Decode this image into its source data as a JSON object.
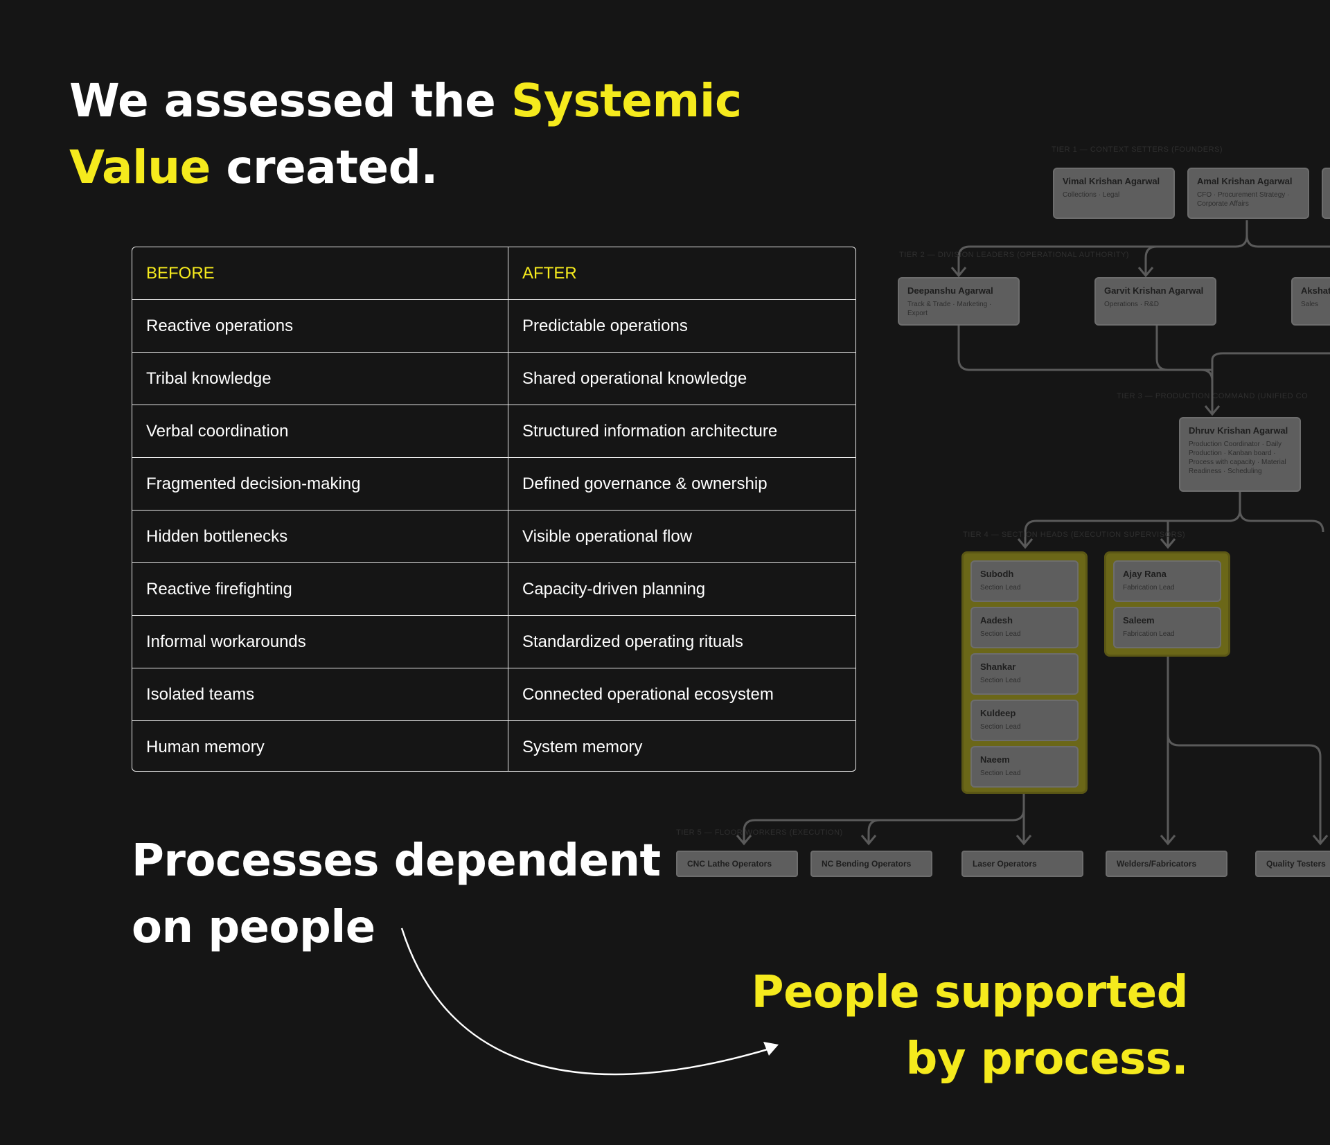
{
  "headline": {
    "part1": "We assessed the ",
    "highlight1": "Systemic",
    "highlight2": "Value",
    "part2": " created."
  },
  "comparison_table": {
    "headers": {
      "before": "BEFORE",
      "after": "AFTER"
    },
    "rows": [
      {
        "before": "Reactive operations",
        "after": "Predictable operations"
      },
      {
        "before": "Tribal knowledge",
        "after": "Shared operational knowledge"
      },
      {
        "before": "Verbal coordination",
        "after": "Structured information architecture"
      },
      {
        "before": "Fragmented decision-making",
        "after": "Defined governance & ownership"
      },
      {
        "before": "Hidden bottlenecks",
        "after": "Visible operational flow"
      },
      {
        "before": "Reactive firefighting",
        "after": "Capacity-driven planning"
      },
      {
        "before": "Informal workarounds",
        "after": "Standardized operating rituals"
      },
      {
        "before": "Isolated teams",
        "after": "Connected operational ecosystem"
      },
      {
        "before": "Human memory",
        "after": "System memory"
      }
    ]
  },
  "statement_before": {
    "line1": "Processes dependent",
    "line2": "on people"
  },
  "statement_after": {
    "line1": "People supported",
    "line2": "by process."
  },
  "org_chart": {
    "tier1_label": "TIER 1 — CONTEXT SETTERS (FOUNDERS)",
    "tier2_label": "TIER 2 — DIVISION LEADERS (OPERATIONAL AUTHORITY)",
    "tier3_label": "TIER 3 — PRODUCTION COMMAND (UNIFIED CO",
    "tier4_label": "TIER 4 — SECTION HEADS (EXECUTION SUPERVISORS)",
    "tier5_label": "TIER 5 — FLOOR WORKERS (EXECUTION)",
    "founders": [
      {
        "name": "Vimal Krishan Agarwal",
        "role": "Collections · Legal"
      },
      {
        "name": "Amal Krishan Agarwal",
        "role": "CFO · Procurement Strategy · Corporate Affairs"
      }
    ],
    "division_leaders": [
      {
        "name": "Deepanshu Agarwal",
        "role": "Track & Trade · Marketing · Export"
      },
      {
        "name": "Garvit Krishan Agarwal",
        "role": "Operations · R&D"
      },
      {
        "name": "Akshat Agarwal",
        "role": "Sales"
      }
    ],
    "production_command": {
      "name": "Dhruv Krishan Agarwal",
      "role": "Production Coordinator · Daily Production · Kanban board · Process with capacity · Material Readiness · Scheduling"
    },
    "section_heads_group1": [
      {
        "name": "Subodh",
        "role": "Section Lead"
      },
      {
        "name": "Aadesh",
        "role": "Section Lead"
      },
      {
        "name": "Shankar",
        "role": "Section Lead"
      },
      {
        "name": "Kuldeep",
        "role": "Section Lead"
      },
      {
        "name": "Naeem",
        "role": "Section Lead"
      }
    ],
    "section_heads_group2": [
      {
        "name": "Ajay Rana",
        "role": "Fabrication Lead"
      },
      {
        "name": "Saleem",
        "role": "Fabrication Lead"
      }
    ],
    "floor_workers": [
      "CNC Lathe Operators",
      "NC Bending Operators",
      "Laser Operators",
      "Welders/Fabricators",
      "Quality Testers"
    ]
  },
  "colors": {
    "background": "#151515",
    "accent": "#f5ea1d",
    "text": "#ffffff"
  }
}
